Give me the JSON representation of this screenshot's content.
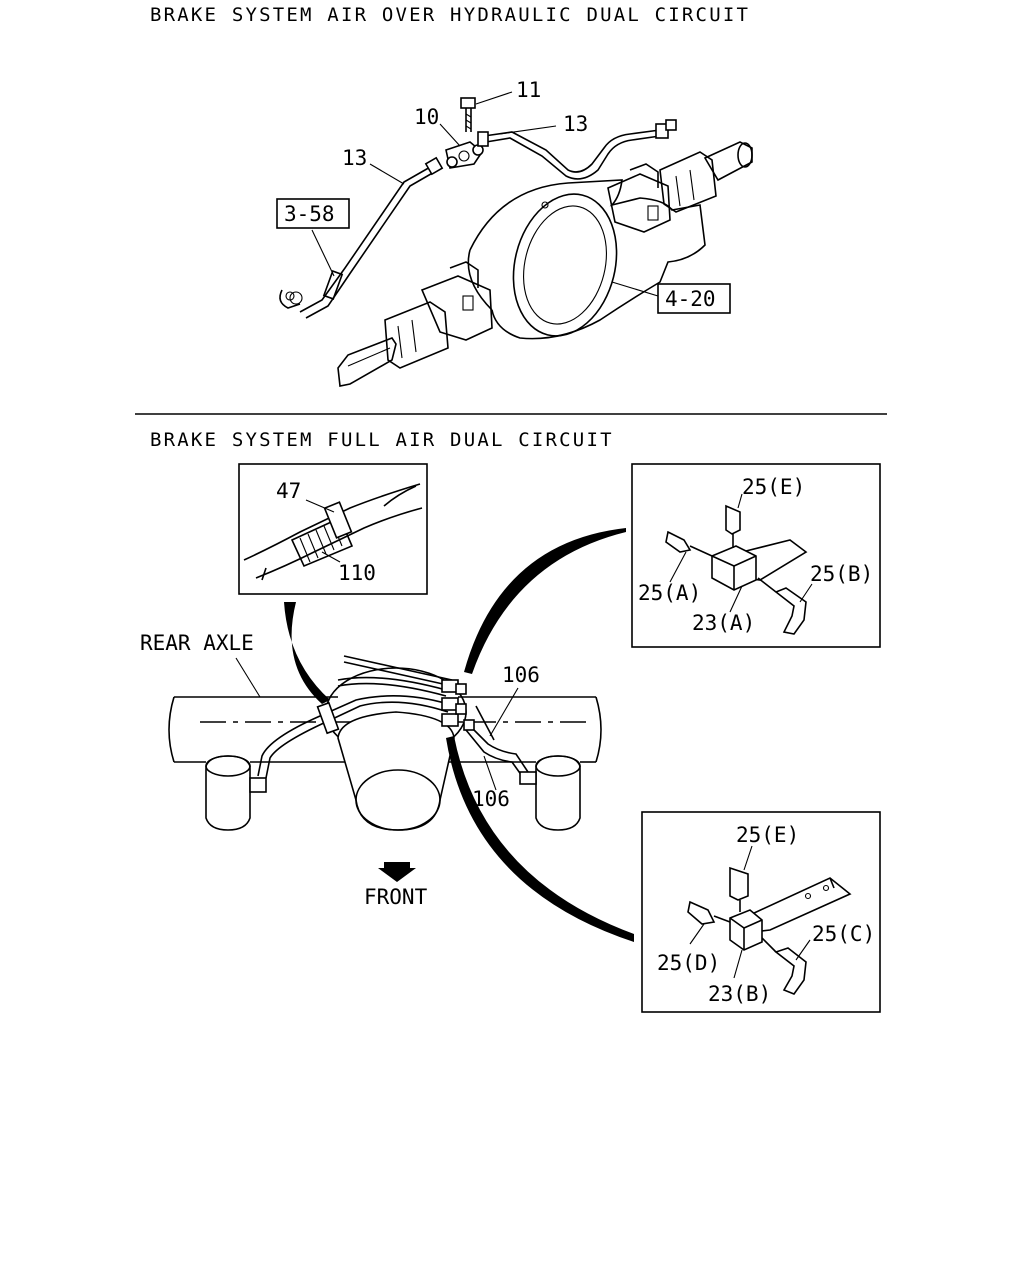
{
  "top_section": {
    "title": "BRAKE SYSTEM AIR OVER HYDRAULIC DUAL CIRCUIT",
    "callouts": {
      "c11": "11",
      "c10": "10",
      "c13_right": "13",
      "c13_left": "13",
      "ref_358": "3-58",
      "ref_420": "4-20"
    }
  },
  "bottom_section": {
    "title": "BRAKE SYSTEM FULL AIR DUAL CIRCUIT",
    "rear_axle_label": "REAR AXLE",
    "front_label": "FRONT",
    "detail_clip": {
      "c47": "47",
      "c110": "110"
    },
    "detail_a": {
      "c25e": "25(E)",
      "c25a": "25(A)",
      "c25b": "25(B)",
      "c23a": "23(A)"
    },
    "detail_b": {
      "c25e": "25(E)",
      "c25c": "25(C)",
      "c25d": "25(D)",
      "c23b": "23(B)"
    },
    "main_callouts": {
      "c106_top": "106",
      "c106_bottom": "106"
    }
  }
}
